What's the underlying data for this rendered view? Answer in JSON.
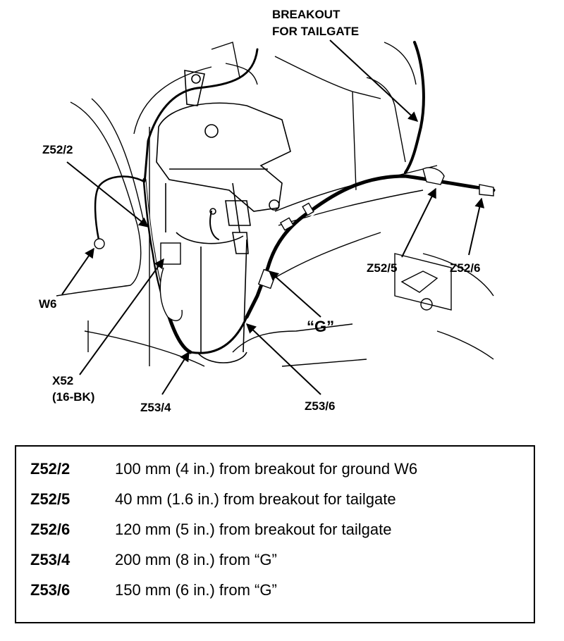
{
  "callouts": {
    "breakout_line1": "BREAKOUT",
    "breakout_line2": "FOR TAILGATE",
    "z52_2": "Z52/2",
    "w6": "W6",
    "x52_line1": "X52",
    "x52_line2": "(16-BK)",
    "z53_4": "Z53/4",
    "g": "“G”",
    "z53_6": "Z53/6",
    "z52_5": "Z52/5",
    "z52_6": "Z52/6"
  },
  "legend": {
    "rows": [
      {
        "code": "Z52/2",
        "description": "100 mm (4 in.) from breakout for ground W6"
      },
      {
        "code": "Z52/5",
        "description": "40 mm (1.6 in.) from breakout for tailgate"
      },
      {
        "code": "Z52/6",
        "description": "120 mm (5 in.) from breakout for tailgate"
      },
      {
        "code": "Z53/4",
        "description": "200 mm (8 in.) from “G”"
      },
      {
        "code": "Z53/6",
        "description": "150 mm (6 in.) from “G”"
      }
    ]
  }
}
